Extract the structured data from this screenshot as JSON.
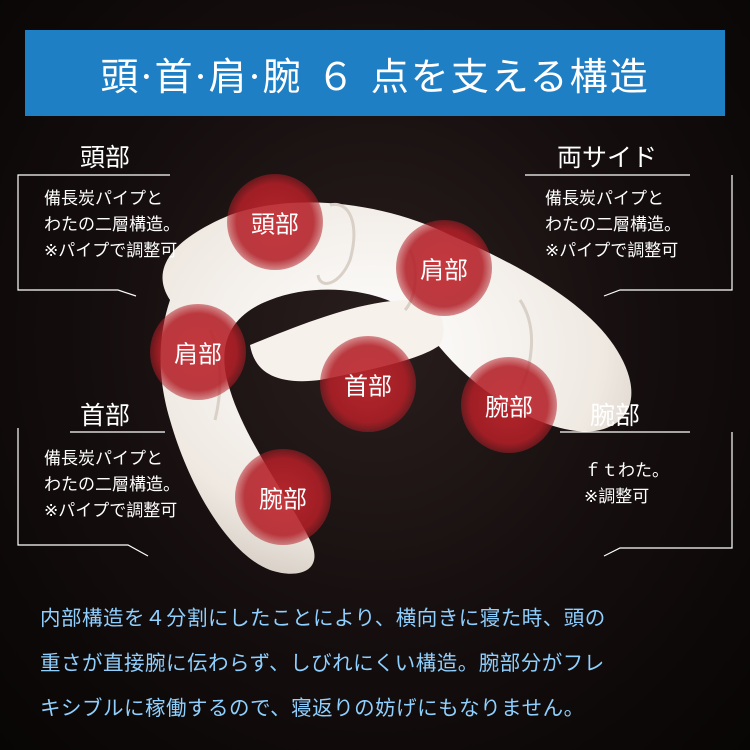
{
  "banner": {
    "title": "頭·首·肩·腕 ６ 点を支える構造"
  },
  "labels": {
    "head": {
      "title": "頭部",
      "text": "備長炭パイプと\nわたの二層構造。\n※パイプで調整可"
    },
    "sides": {
      "title": "両サイド",
      "text": "備長炭パイプと\nわたの二層構造。\n※パイプで調整可"
    },
    "neck": {
      "title": "首部",
      "text": "備長炭パイプと\nわたの二層構造。\n※パイプで調整可"
    },
    "arm": {
      "title": "腕部",
      "text": "ｆｔわた。\n※調整可"
    }
  },
  "circles": {
    "head": "頭部",
    "shoulder_right": "肩部",
    "shoulder_left": "肩部",
    "neck": "首部",
    "arm_right": "腕部",
    "arm_left": "腕部"
  },
  "description": {
    "line1": "内部構造を４分割にしたことにより、横向きに寝た時、頭の",
    "line2": "重さが直接腕に伝わらず、しびれにくい構造。腕部分がフレ",
    "line3": "キシブルに稼働するので、寝返りの妨げにもなりません。"
  },
  "colors": {
    "banner": "#1f7fc4",
    "circle": "#c0282e",
    "description_text": "#8fd0ff",
    "pillow": "#f3efe9"
  }
}
